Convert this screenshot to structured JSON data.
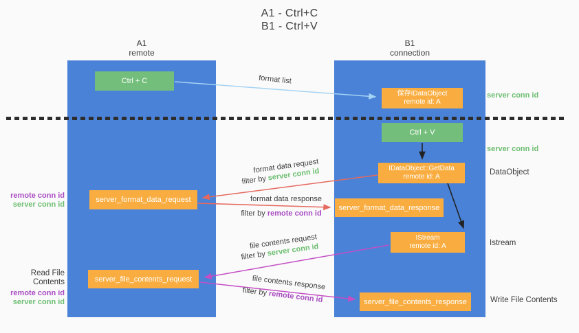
{
  "title": {
    "line1": "A1 - Ctrl+C",
    "line2": "B1 - Ctrl+V"
  },
  "lanes": {
    "left": {
      "name_line": "A1",
      "role_line": "remote"
    },
    "right": {
      "name_line": "B1",
      "role_line": "connection"
    }
  },
  "nodes": {
    "ctrl_c": {
      "label": "Ctrl + C"
    },
    "ctrl_v": {
      "label": "Ctrl + V"
    },
    "save_idataobject": {
      "line1": "保存IDataObject",
      "line2": "remote id: A"
    },
    "getdata": {
      "line1": "IDataObject::GetData",
      "line2": "remote id: A"
    },
    "istream": {
      "line1": "IStream",
      "line2": "remote id: A"
    },
    "server_format_data_request": {
      "label": "server_format_data_request"
    },
    "server_format_data_response": {
      "label": "server_format_data_response"
    },
    "server_file_contents_request": {
      "label": "server_file_contents_request"
    },
    "server_file_contents_response": {
      "label": "server_file_contents_response"
    }
  },
  "side_labels": {
    "server_conn_id_top": "server conn id",
    "server_conn_id_mid": "server conn id",
    "dataobject": "DataObject",
    "istream": "Istream",
    "write_file_contents": "Write File Contents",
    "read_file_contents": "Read File Contents",
    "remote_conn_id": "remote conn id",
    "server_conn_id": "server conn id"
  },
  "edge_labels": {
    "format_list": "format list",
    "format_data_request": "format data request",
    "format_data_response": "format data response",
    "file_contents_request": "file contents request",
    "file_contents_response": "file contents response",
    "filter_by": "filter by ",
    "server_conn_id": "server conn id",
    "remote_conn_id": "remote conn id"
  },
  "colors": {
    "lane_blue": "#4A82D8",
    "node_green": "#74BE7B",
    "node_orange": "#F9AD41",
    "green_text": "#6DBE71",
    "purple_text": "#A94CC3",
    "red_arrow": "#E5695E",
    "magenta_arrow": "#C44EC4",
    "light_blue_arrow": "#A5D3F3",
    "black_arrow": "#222222",
    "background": "#FAFAFA"
  }
}
